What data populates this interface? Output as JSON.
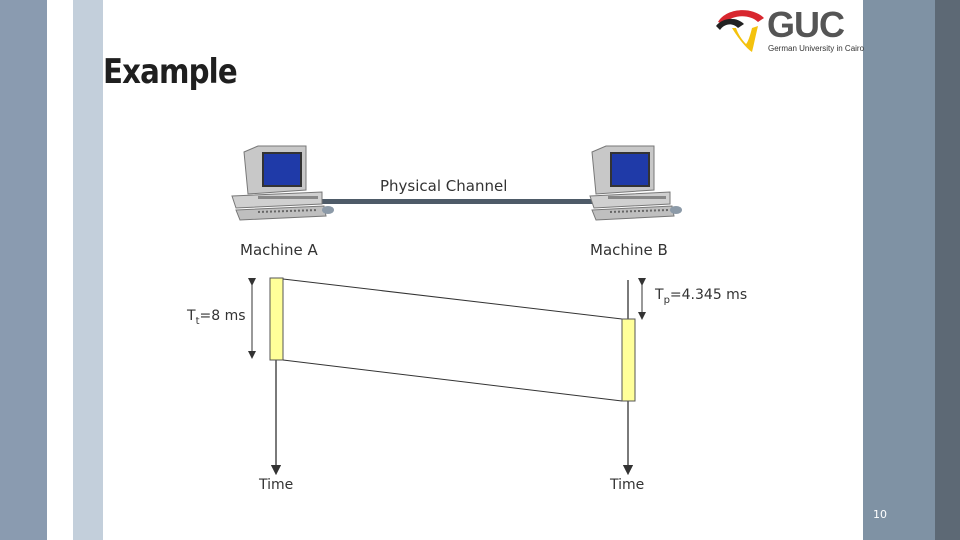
{
  "slide": {
    "title": "Example",
    "page_number": "10"
  },
  "logo": {
    "name": "GUC",
    "subtitle": "German University in Cairo"
  },
  "diagram": {
    "channel_label": "Physical Channel",
    "machine_a": "Machine A",
    "machine_b": "Machine B",
    "tt_label": {
      "main": "T",
      "sub": "t",
      "rest": "=8 ms"
    },
    "tp_label": {
      "main": "T",
      "sub": "p",
      "rest": "=4.345 ms"
    },
    "time_left": "Time",
    "time_right": "Time"
  },
  "colors": {
    "slate": "#7f92a4",
    "slate_dark": "#5d6975",
    "packet": "#ffff99",
    "screen": "#1f3aa8"
  }
}
